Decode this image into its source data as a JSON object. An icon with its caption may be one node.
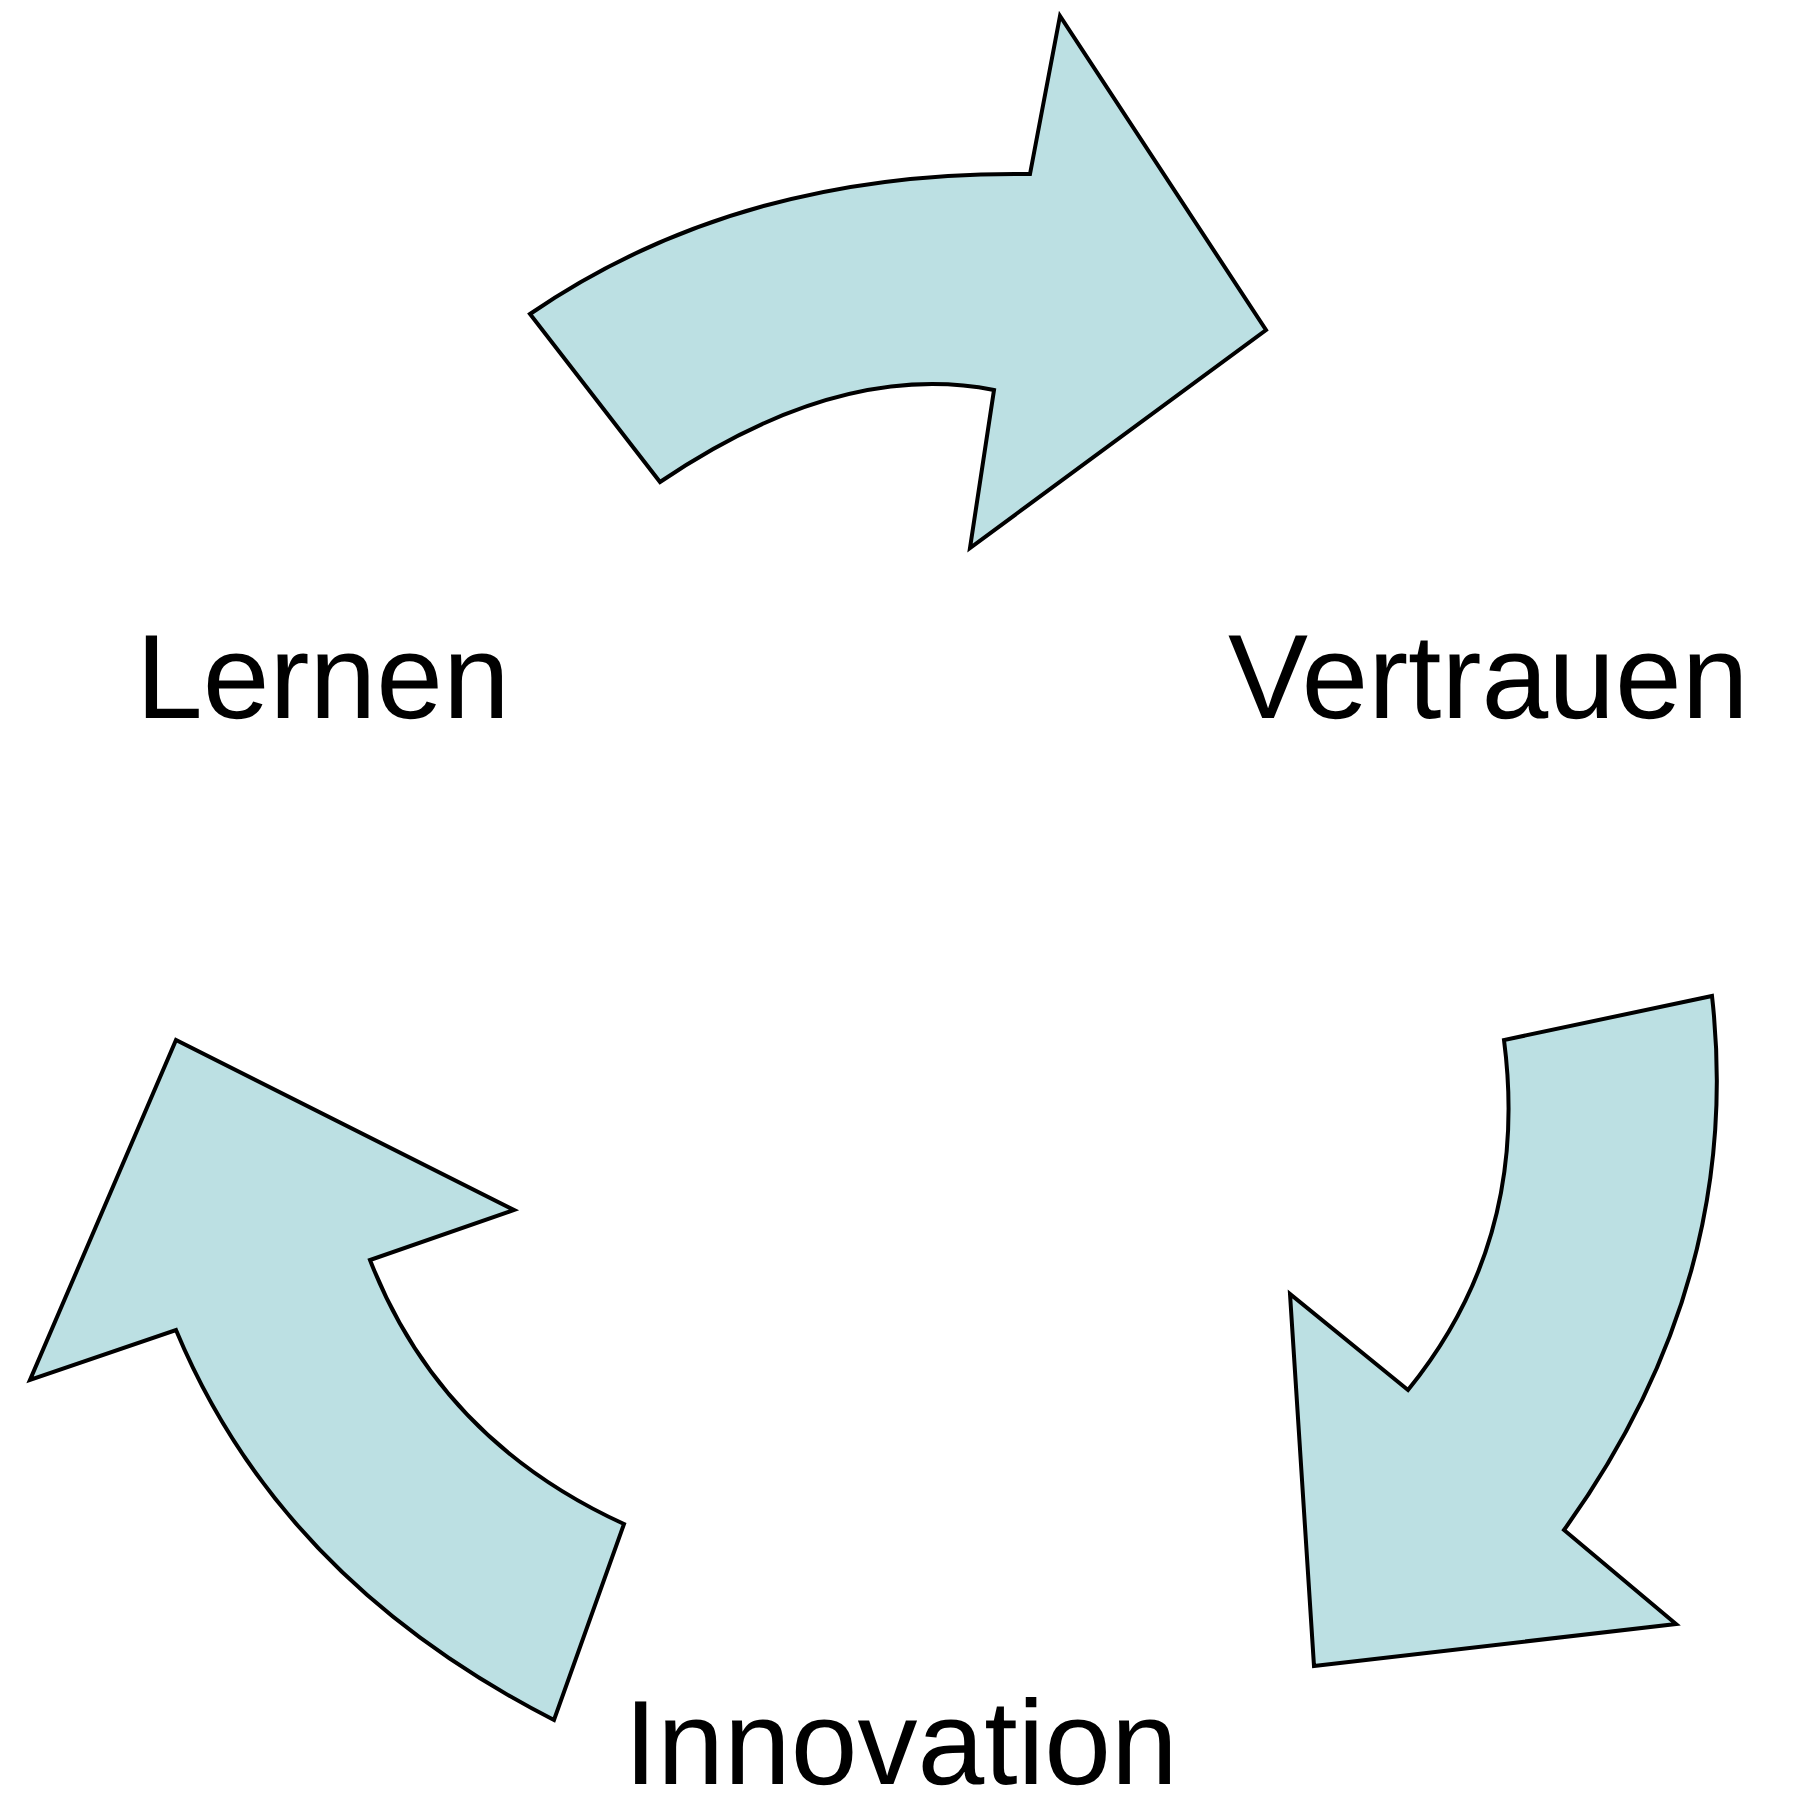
{
  "diagram": {
    "nodes": [
      {
        "text": [
          "Lernen"
        ]
      },
      {
        "text": [
          "Vertrauen"
        ]
      },
      {
        "text": [
          "Innovation"
        ]
      }
    ],
    "edges": [
      {
        "from": 0,
        "to": 1,
        "arrow": "to"
      },
      {
        "from": 1,
        "to": 2,
        "arrow": "to"
      },
      {
        "from": 2,
        "to": 0,
        "arrow": "to"
      }
    ]
  }
}
